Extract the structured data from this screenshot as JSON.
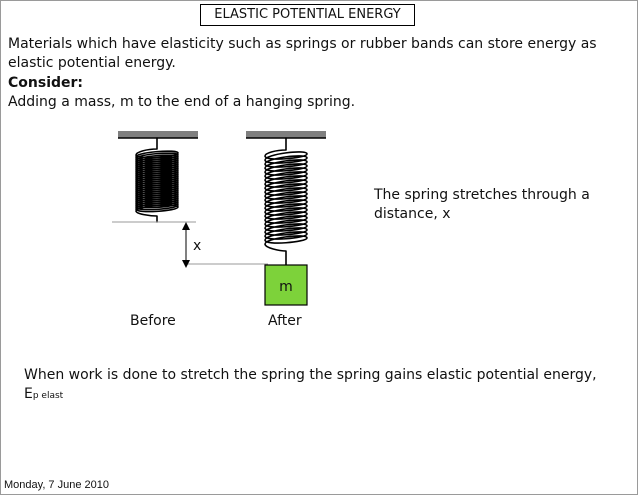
{
  "title": "ELASTIC POTENTIAL ENERGY",
  "intro": "Materials which have elasticity such as springs or rubber bands can store energy as elastic potential energy.",
  "consider_heading": "Consider:",
  "adding_text": "Adding a mass, m to the end of a hanging spring.",
  "diagram": {
    "extension_label": "x",
    "mass_label": "m",
    "before_label": "Before",
    "after_label": "After",
    "mass_color": "#7dd23a",
    "support_color": "#7f7f7f"
  },
  "side_note": "The spring stretches through a distance, x",
  "work_text": "When work is done to stretch the spring the spring gains elastic potential energy,",
  "ep_symbol": "E",
  "ep_subscript": "p elast",
  "footer_date": "Monday, 7 June 2010"
}
